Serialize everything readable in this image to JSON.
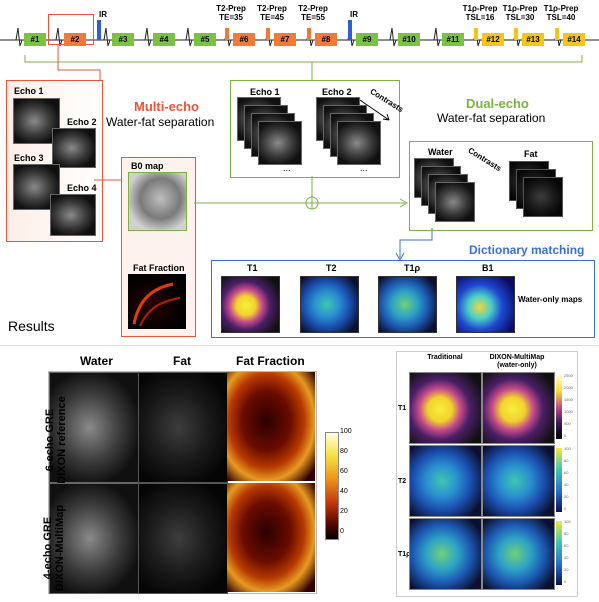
{
  "timeline": {
    "blocks": [
      "#1",
      "#2",
      "#3",
      "#4",
      "#5",
      "#6",
      "#7",
      "#8",
      "#9",
      "#10",
      "#11",
      "#12",
      "#13",
      "#14"
    ],
    "preps": [
      {
        "l1": "IR",
        "l2": ""
      },
      {
        "l1": "T2-Prep",
        "l2": "TE=35"
      },
      {
        "l1": "T2-Prep",
        "l2": "TE=45"
      },
      {
        "l1": "T2-Prep",
        "l2": "TE=55"
      },
      {
        "l1": "IR",
        "l2": ""
      },
      {
        "l1": "T1ρ-Prep",
        "l2": "TSL=16"
      },
      {
        "l1": "T1ρ-Prep",
        "l2": "TSL=30"
      },
      {
        "l1": "T1ρ-Prep",
        "l2": "TSL=40"
      }
    ],
    "colors": {
      "green": "#7cc242",
      "orange": "#ee7b3a",
      "yellow": "#f5c518",
      "blue": "#2f5fd6"
    }
  },
  "multiecho": {
    "echoes": [
      "Echo 1",
      "Echo 2",
      "Echo 3",
      "Echo 4"
    ],
    "title": "Multi-echo",
    "subtitle": "Water-fat separation",
    "color": "#e8553a"
  },
  "b0": {
    "map_label": "B0 map",
    "ff_label": "Fat Fraction"
  },
  "dualecho": {
    "echo1": "Echo 1",
    "echo2": "Echo 2",
    "contrasts": "Contrasts",
    "dots": "...",
    "title": "Dual-echo",
    "subtitle": "Water-fat separation",
    "color": "#7cb342",
    "water": "Water",
    "fat": "Fat",
    "contrasts2": "Contrasts"
  },
  "dictionary": {
    "title": "Dictionary matching",
    "color": "#3b6fd4",
    "maps": [
      "T1",
      "T2",
      "T1ρ",
      "B1"
    ],
    "note": "Water-only maps"
  },
  "results": {
    "label": "Results",
    "columns": [
      "Water",
      "Fat",
      "Fat Fraction"
    ],
    "rows": [
      "6-echo GRE\nDIXON reference",
      "4-echo GRE\nDIXON-MultiMap"
    ],
    "colorbar": [
      "100",
      "80",
      "60",
      "40",
      "20",
      "0"
    ]
  },
  "comparison": {
    "headers": [
      "Traditional",
      "DIXON-MultiMap\n(water-only)"
    ],
    "rows": [
      "T1",
      "T2",
      "T1ρ"
    ],
    "t1_scale": [
      "2500",
      "2000",
      "1500",
      "1000",
      "500",
      "0"
    ],
    "t2_scale": [
      "100",
      "80",
      "60",
      "40",
      "20",
      "0"
    ],
    "t1p_scale": [
      "100",
      "80",
      "60",
      "40",
      "20",
      "0"
    ]
  }
}
